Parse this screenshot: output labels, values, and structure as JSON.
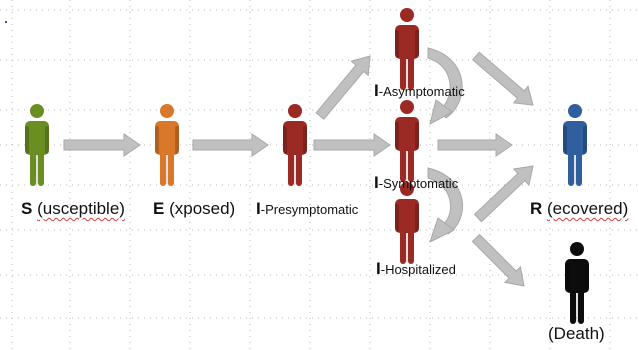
{
  "colors": {
    "susceptible": "#6b8e23",
    "exposed": "#d9782b",
    "infected": "#9b2a25",
    "recovered": "#2f5f9e",
    "death": "#0c0c0c",
    "arrow": "#c0c0c0",
    "arrow_stroke": "#a8a8a8"
  },
  "icons": {
    "person": "person-icon",
    "arrow": "arrow-right-icon"
  },
  "labels": {
    "s_letter": "S",
    "s_rest": "(usceptible)",
    "e_letter": "E",
    "e_rest": "(xposed)",
    "ip_letter": "I",
    "ip_rest": "-Presymptomatic",
    "ia_letter": "I",
    "ia_rest": "-Asymptomatic",
    "is_letter": "I",
    "is_rest": "-Symptomatic",
    "ih_letter": "I",
    "ih_rest": "-Hospitalized",
    "r_letter": "R",
    "r_rest": "(ecovered)",
    "death": "(Death)"
  }
}
